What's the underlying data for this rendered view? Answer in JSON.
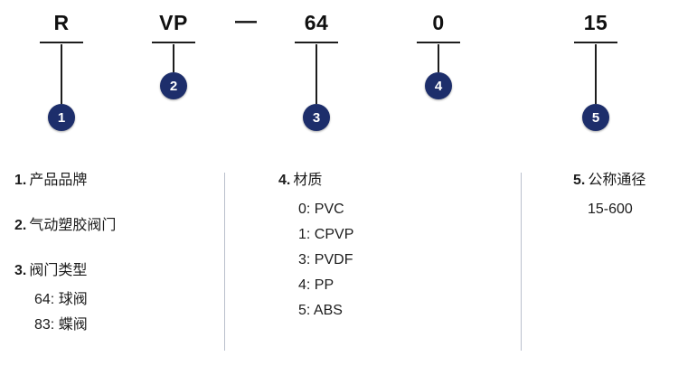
{
  "code": {
    "parts": [
      {
        "label": "R"
      },
      {
        "label": "VP"
      },
      {
        "label": "—"
      },
      {
        "label": "64"
      },
      {
        "label": "0"
      },
      {
        "label": "15"
      }
    ],
    "circles": [
      {
        "num": "1"
      },
      {
        "num": "2"
      },
      {
        "num": "3"
      },
      {
        "num": "4"
      },
      {
        "num": "5"
      }
    ]
  },
  "legend": {
    "columns": [
      {
        "entries": [
          {
            "num": "1.",
            "title": "产品品牌",
            "subs": []
          },
          {
            "num": "2.",
            "title": "气动塑胶阀门",
            "subs": []
          },
          {
            "num": "3.",
            "title": "阀门类型",
            "subs": [
              "64: 球阀",
              "83: 蝶阀"
            ]
          }
        ]
      },
      {
        "entries": [
          {
            "num": "4.",
            "title": "材质",
            "subs": [
              "0: PVC",
              "1: CPVP",
              "3: PVDF",
              "4: PP",
              "5: ABS"
            ]
          }
        ]
      },
      {
        "entries": [
          {
            "num": "5.",
            "title": "公称通径",
            "subs": [
              "15-600"
            ]
          }
        ]
      }
    ]
  },
  "colors": {
    "badge": "#1d2e6b",
    "line": "#1d1d1d",
    "divider": "#b9bfcc"
  }
}
